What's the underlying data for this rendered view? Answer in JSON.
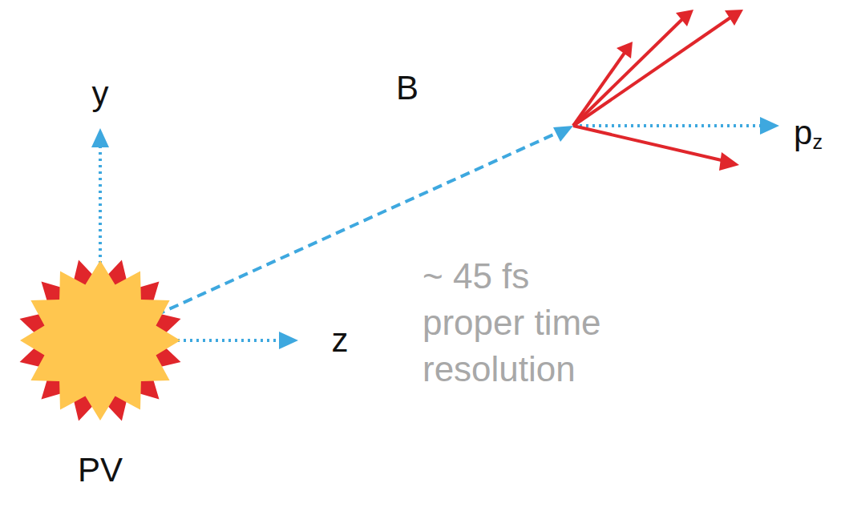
{
  "diagram": {
    "nodes": [
      {
        "text": [
          "PV"
        ]
      }
    ],
    "labels": [
      "y",
      "z",
      "B",
      "pz",
      "~ 45 fs proper time resolution"
    ]
  }
}
